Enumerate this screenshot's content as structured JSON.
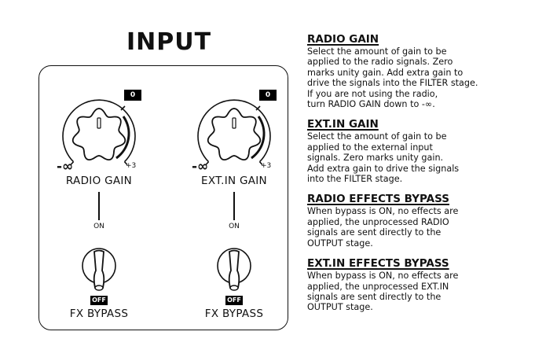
{
  "panel": {
    "title": "INPUT",
    "knobs": [
      {
        "label": "RADIO GAIN",
        "value_display": "0",
        "min_label": "-∞",
        "max_label": "+3"
      },
      {
        "label": "EXT.IN GAIN",
        "value_display": "0",
        "min_label": "-∞",
        "max_label": "+3"
      }
    ],
    "switches": [
      {
        "label": "FX BYPASS",
        "on_label": "ON",
        "off_label": "OFF",
        "state": "OFF"
      },
      {
        "label": "FX BYPASS",
        "on_label": "ON",
        "off_label": "OFF",
        "state": "OFF"
      }
    ]
  },
  "help": {
    "sections": [
      {
        "heading": "RADIO GAIN",
        "lines": [
          "Select the amount of gain to be",
          "applied to the radio signals. Zero",
          "marks unity gain. Add extra gain to",
          "drive the signals into the FILTER stage.",
          "If you are not using the radio,",
          "turn RADIO GAIN down to -∞."
        ]
      },
      {
        "heading": "EXT.IN GAIN",
        "lines": [
          "Select the amount of gain to be",
          "applied to the external input",
          "signals. Zero marks unity gain.",
          "Add extra gain to drive the signals",
          "into the FILTER stage."
        ]
      },
      {
        "heading": "RADIO EFFECTS BYPASS",
        "lines": [
          "When bypass is ON, no effects are",
          "applied, the unprocessed RADIO",
          "signals are sent directly to the",
          "OUTPUT stage."
        ]
      },
      {
        "heading": "EXT.IN EFFECTS BYPASS",
        "lines": [
          "When bypass is ON, no effects are",
          "applied, the unprocessed EXT.IN",
          "signals are sent directly to the",
          "OUTPUT stage."
        ]
      }
    ]
  },
  "icons": {
    "knob": "knob-icon",
    "toggle": "toggle-switch-icon"
  }
}
